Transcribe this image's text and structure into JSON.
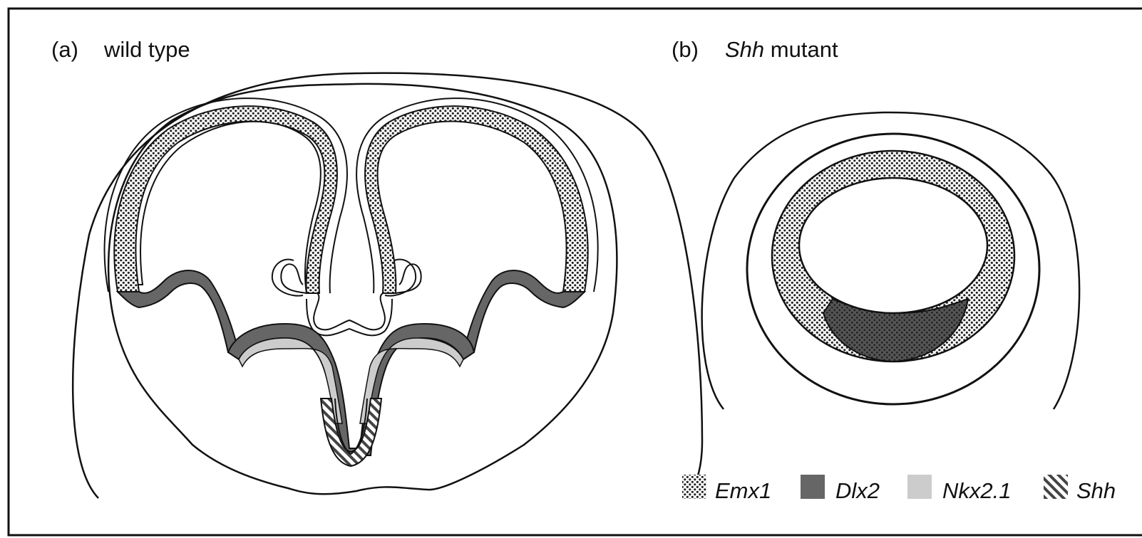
{
  "panel_a": {
    "letter": "(a)",
    "title": "wild type"
  },
  "panel_b": {
    "letter": "(b)",
    "gene": "Shh",
    "suffix": " mutant"
  },
  "legend": [
    {
      "name": "Emx1",
      "pattern": "dots-icon",
      "color": "#555555"
    },
    {
      "name": "Dlx2",
      "pattern": "solid-dark-icon",
      "color": "#666666"
    },
    {
      "name": "Nkx2.1",
      "pattern": "solid-light-icon",
      "color": "#cccccc"
    },
    {
      "name": "Shh",
      "pattern": "hatch-icon",
      "color": "#444444"
    }
  ],
  "colors": {
    "line": "#111111",
    "dlx2": "#666666",
    "nkx21": "#cccccc",
    "dots": "#555555"
  }
}
